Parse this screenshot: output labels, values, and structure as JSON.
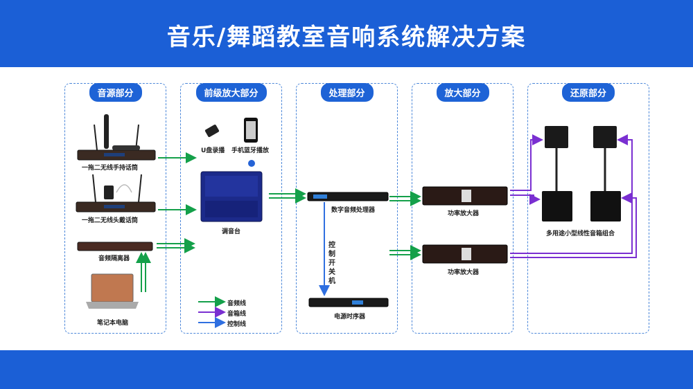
{
  "header": {
    "title": "音乐/舞蹈教室音响系统解决方案"
  },
  "panels": {
    "source": "音源部分",
    "preamp": "前级放大部分",
    "processing": "处理部分",
    "amplify": "放大部分",
    "restore": "还原部分"
  },
  "devices": {
    "handheld_mic": "一拖二无线手持话筒",
    "headset_mic": "一拖二无线头戴话筒",
    "isolator": "音频隔离器",
    "laptop": "笔记本电脑",
    "usb": "U盘录播",
    "phone": "手机蓝牙播放",
    "mixer": "调音台",
    "dsp": "数字音频处理器",
    "control_switch": "控制开关机",
    "sequencer": "电源时序器",
    "amp1": "功率放大器",
    "amp2": "功率放大器",
    "speakers": "多用途小型线性音箱组合"
  },
  "legend": {
    "audio": "音频线",
    "speaker": "音箱线",
    "control": "控制线"
  },
  "colors": {
    "header_bg": "#1b5fd6",
    "audio_line": "#14a04a",
    "speaker_line": "#7a2fd1",
    "control_line": "#2f6fe0"
  }
}
